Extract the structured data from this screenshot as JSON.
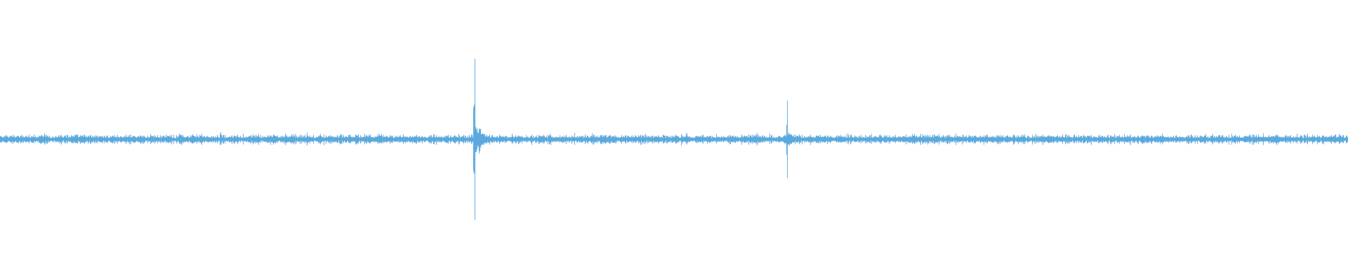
{
  "waveform": {
    "color": "#5aa8dc",
    "background": "#ffffff",
    "noise_level": 0.035,
    "baseline_amplitude": 0.012,
    "peaks": [
      {
        "position": 0.352,
        "amplitude": 0.5,
        "decay": 0.006
      },
      {
        "position": 0.584,
        "amplitude": 0.24,
        "decay": 0.004
      }
    ]
  }
}
